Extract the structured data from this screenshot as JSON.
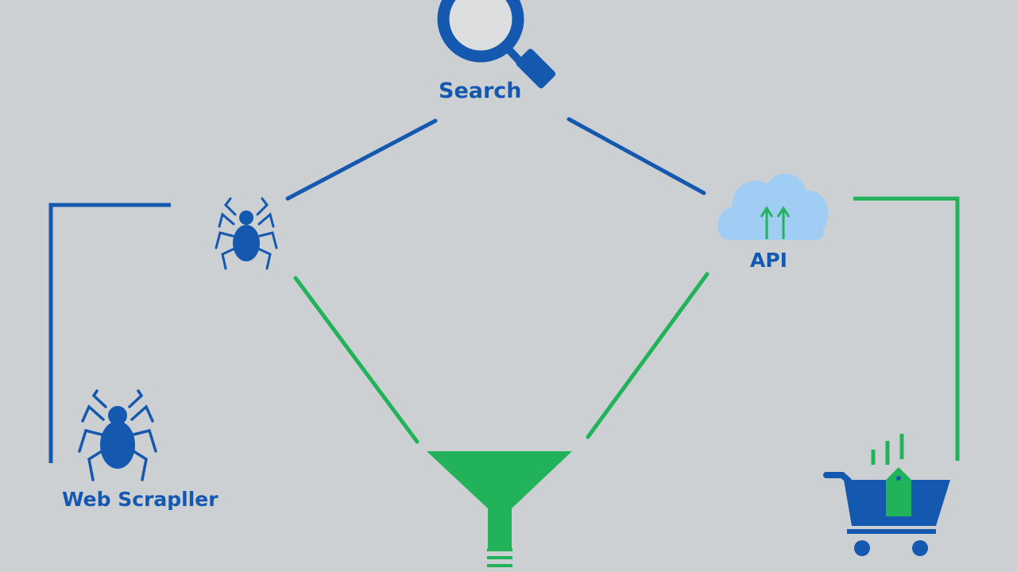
{
  "nodes": {
    "search": {
      "label": "Search",
      "icon": "magnifying-glass-icon"
    },
    "spider": {
      "label": "",
      "icon": "spider-icon"
    },
    "api": {
      "label": "API",
      "icon": "cloud-upload-icon"
    },
    "web_scraper": {
      "label": "Web Scrapller",
      "icon": "spider-icon"
    },
    "funnel": {
      "label": "",
      "icon": "funnel-icon"
    },
    "cart": {
      "label": "",
      "icon": "shopping-cart-icon"
    }
  },
  "colors": {
    "background": "#cdd0d2",
    "blue": "#1558b0",
    "green": "#22b35a",
    "cloud": "#9fcdf3"
  }
}
